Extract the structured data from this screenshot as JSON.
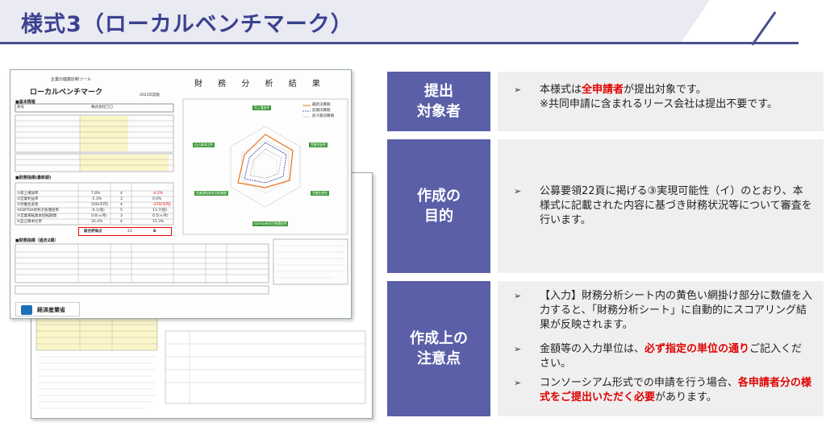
{
  "header": {
    "title": "様式3（ローカルベンチマーク）"
  },
  "document": {
    "logo_sub": "企業の健康診断ツール",
    "logo_main": "ローカルベンチマーク",
    "sheet_title": "財 務 分 析 結 果",
    "year_label": "2022年度版",
    "section_basic": "■基本情報",
    "company_label": "商号",
    "company_value": "株式会社〇〇",
    "section_fin": "■財務指標(最新期)",
    "section_past": "■財務指標（過去2期）",
    "score_label": "総合評価点",
    "score_value": "23",
    "grade_value": "B",
    "meti_name": "経済産業省",
    "radar_labels": [
      "売上増加率",
      "営業利益率",
      "労働生産性",
      "EBITDA有利子負債倍率",
      "営業運転資本回転期間",
      "自己資本比率"
    ],
    "legend": [
      "最新決算期",
      "前期決算期",
      "前々期決算期"
    ],
    "indicator_rows": [
      {
        "name": "①売上増加率",
        "value": "7.8%",
        "score": "4",
        "mean": "-4.2%"
      },
      {
        "name": "②営業利益率",
        "value": "-5.3%",
        "score": "3",
        "mean": "0.0%"
      },
      {
        "name": "③労働生産性",
        "value": "500(千円)",
        "score": "4",
        "mean": "-370(千円)"
      },
      {
        "name": "④EBITDA有利子負債倍率",
        "value": "-0.1(倍)",
        "score": "5",
        "mean": "13.7(倍)"
      },
      {
        "name": "⑤営業運転資本回転期間",
        "value": "0.6(ヶ月)",
        "score": "3",
        "mean": "0.5(ヶ月)"
      },
      {
        "name": "⑥自己資本比率",
        "value": "35.4%",
        "score": "4",
        "mean": "15.3%"
      }
    ]
  },
  "panels": [
    {
      "label": "提出\n対象者",
      "items": [
        {
          "segments": [
            {
              "t": "本様式は",
              "red": false
            },
            {
              "t": "全申請者",
              "red": true
            },
            {
              "t": "が提出対象です。\n※共同申請に含まれるリース会社は提出不要です。",
              "red": false
            }
          ]
        }
      ]
    },
    {
      "label": "作成の\n目的",
      "items": [
        {
          "segments": [
            {
              "t": "公募要領22頁に掲げる③実現可能性（イ）のとおり、本様式に記載された内容に基づき財務状況等について審査を行います。",
              "red": false
            }
          ]
        }
      ]
    },
    {
      "label": "作成上の\n注意点",
      "items": [
        {
          "segments": [
            {
              "t": "【入力】財務分析シート内の黄色い網掛け部分に数値を入力すると、「財務分析シート」に自動的にスコアリング結果が反映されます。",
              "red": false
            }
          ]
        },
        {
          "segments": [
            {
              "t": "金額等の入力単位は、",
              "red": false
            },
            {
              "t": "必ず指定の単位の通り",
              "red": true
            },
            {
              "t": "ご記入ください。",
              "red": false
            }
          ]
        },
        {
          "segments": [
            {
              "t": "コンソーシアム形式での申請を行う場合、",
              "red": false
            },
            {
              "t": "各申請者分の様式をご提出いただく必要",
              "red": true
            },
            {
              "t": "があります。",
              "red": false
            }
          ]
        }
      ]
    }
  ],
  "bullet_glyph": "➢"
}
